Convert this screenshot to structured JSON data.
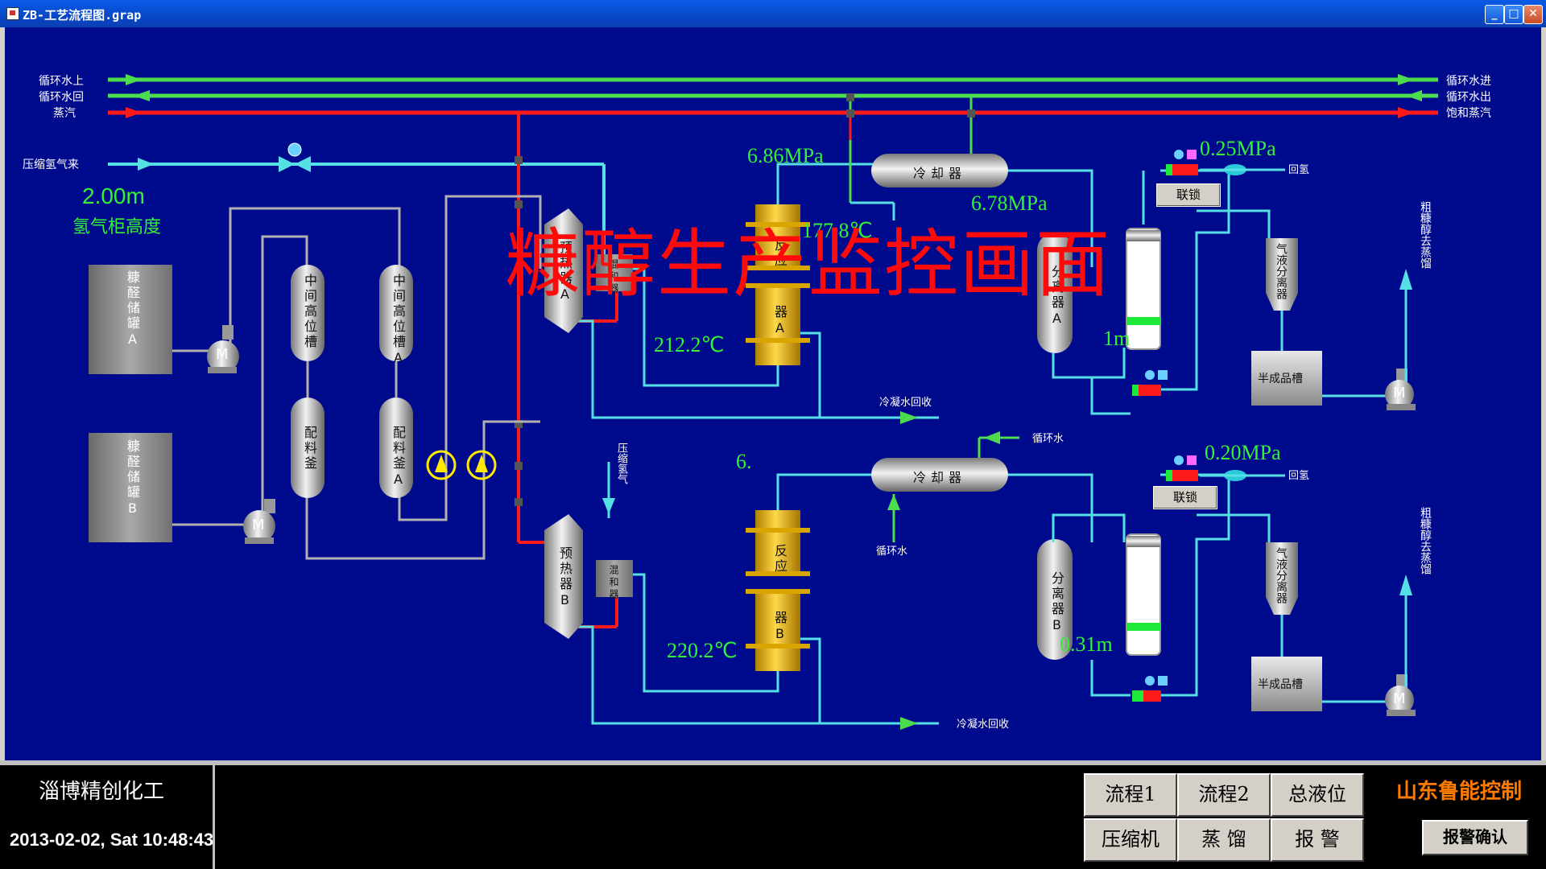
{
  "window": {
    "title": "ZB-工艺流程图.grap",
    "minimize": "_",
    "maximize": "□",
    "close": "✕"
  },
  "overlay_title": "糠醇生产监控画面",
  "pipes": {
    "cw_in_left": "循环水上",
    "cw_return_left": "循环水回",
    "steam_left": "蒸汽",
    "cw_in_right": "循环水进",
    "cw_out_right": "循环水出",
    "steam_right": "饱和蒸汽",
    "h2_in": "压缩氢气来",
    "condensate_a": "冷凝水回收",
    "condensate_b": "冷凝水回收",
    "cw_b": "循环水",
    "cw_b2": "循环水",
    "h2_b": "压缩氢气",
    "h2_return_a": "回氢",
    "h2_return_b": "回氢"
  },
  "gas_holder": {
    "value": "2.00m",
    "label": "氢气柜高度"
  },
  "equipment": {
    "tank_a": "糠醛储罐A",
    "tank_b": "糠醛储罐B",
    "mid_tank_1": "中间高位槽",
    "mid_tank_2": "中间高位槽A",
    "mix_tank_1": "配料釜",
    "mix_tank_2": "配料釜A",
    "preheater_a": "预热器A",
    "preheater_b": "预热器B",
    "mixer_a": "混和器",
    "mixer_b": "混和器",
    "reactor_a_top": "反应",
    "reactor_a_bottom": "器A",
    "reactor_b_top": "反应",
    "reactor_b_bottom": "器B",
    "cooler_a": "冷却器",
    "cooler_b": "冷却器",
    "separator_a": "分离器A",
    "separator_b": "分离器B",
    "gl_separator_a": "气液分离器",
    "gl_separator_b": "气液分离器",
    "semi_product_a": "半成品槽",
    "semi_product_b": "半成品槽",
    "crude_a": "粗糠醇去蒸馏",
    "crude_b": "粗糠醇去蒸馏",
    "pump_label": "M",
    "interlock_a": "联锁",
    "interlock_b": "联锁"
  },
  "readings": {
    "pressure_reactor_a": "6.86MPa",
    "pressure_cooler_a": "6.78MPa",
    "pressure_hr_a": "0.25MPa",
    "temp_reactor_a": "177.8℃",
    "temp_preheat_a": "212.2℃",
    "level_sep_a": "1m",
    "pressure_reactor_b": "6.",
    "pressure_hr_b": "0.20MPa",
    "temp_preheat_b": "220.2℃",
    "level_sep_b": "0.31m"
  },
  "colors": {
    "water": "#55e0e6",
    "green_line": "#4ddc4d",
    "steam": "#ff1a1a",
    "background": "#000a8c",
    "vessel_gold": "#e5b00f"
  },
  "footer": {
    "company": "淄博精创化工",
    "datetime": "2013-02-02, Sat  10:48:43",
    "buttons": [
      "流程1",
      "流程2",
      "总液位",
      "压缩机",
      "蒸 馏",
      "报 警"
    ],
    "brand": "山东鲁能控制",
    "ack": "报警确认"
  }
}
